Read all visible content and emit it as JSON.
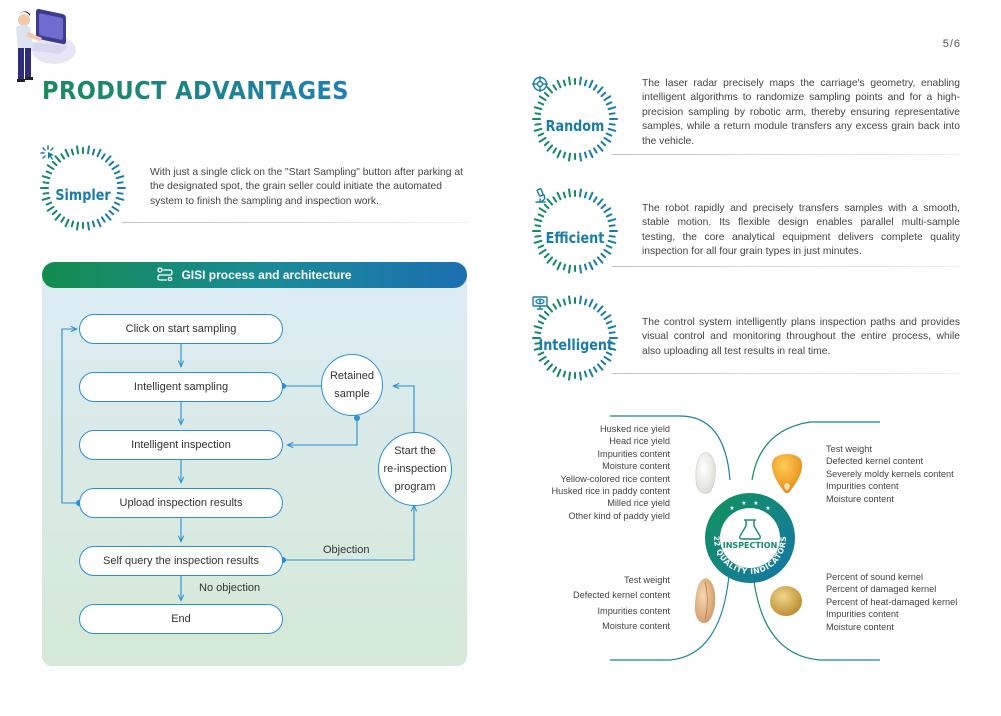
{
  "page_number": "5/6",
  "title": "PRODUCT ADVANTAGES",
  "advantages": {
    "simpler": {
      "label": "Simpler",
      "text": "With just a single click on the \"Start Sampling\" button after parking at the designated spot, the grain seller could initiate the automated system to finish the sampling and inspection work."
    },
    "random": {
      "label": "Random",
      "text": "The laser radar precisely maps the carriage's geometry, enabling intelligent algorithms to randomize sampling points and for a high-precision sampling by robotic arm, thereby ensuring representative samples, while a return module transfers any excess grain back into the vehicle."
    },
    "efficient": {
      "label": "Efficient",
      "text": "The robot rapidly and precisely transfers samples with a smooth, stable motion. Its flexible design enables parallel multi-sample testing, the core analytical equipment delivers complete quality inspection for all four grain types in just minutes."
    },
    "intelligent": {
      "label": "Intelligent",
      "text": "The control system intelligently plans inspection paths and provides visual control and monitoring throughout the entire process, while also uploading all test results in real time."
    }
  },
  "gisi": {
    "title": "GISI process and architecture",
    "steps": {
      "click": "Click on start sampling",
      "sampling": "Intelligent sampling",
      "inspection": "Intelligent inspection",
      "upload": "Upload inspection results",
      "query": "Self query the inspection results",
      "end": "End"
    },
    "retained": [
      "Retained",
      "sample"
    ],
    "reinspection": [
      "Start the",
      "re-inspection",
      "program"
    ],
    "objection": "Objection",
    "no_objection": "No objection"
  },
  "quality": {
    "center_word": "INSPECTION",
    "ring_text": "22 QUALITY INDICATORS",
    "rice": [
      "Husked rice yield",
      "Head rice yield",
      "Impurities content",
      "Moisture content",
      "Yellow-colored rice content",
      "Husked rice in paddy content",
      "Milled rice yield",
      "Other kind of paddy yield"
    ],
    "corn": [
      "Test weight",
      "Defected kernel content",
      "Severely moldy kernels content",
      "Impurities content",
      "Moisture content"
    ],
    "wheat": [
      "Test weight",
      "Defected kernel content",
      "Impurities content",
      "Moisture content"
    ],
    "soybean": [
      "Percent of sound kernel",
      "Percent of damaged kernel",
      "Percent of heat-damaged kernel",
      "Impurities content",
      "Moisture content"
    ]
  },
  "colors": {
    "green": "#138c4e",
    "blue": "#1c6fb0",
    "teal": "#1a7da6",
    "accent_line": "#2b8fd0"
  }
}
